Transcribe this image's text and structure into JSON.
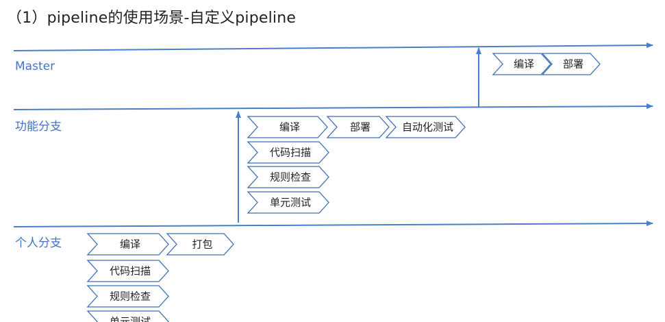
{
  "title": "（1）pipeline的使用场景-自定义pipeline",
  "colors": {
    "line": "#4a7ec8",
    "label": "#4472c4",
    "chevron_stroke": "#3a6db5"
  },
  "lanes": [
    {
      "label": "Master"
    },
    {
      "label": "功能分支"
    },
    {
      "label": "个人分支"
    }
  ],
  "personal_branch": {
    "row1": [
      "编译",
      "打包"
    ],
    "stack": [
      "代码扫描",
      "规则检查",
      "单元测试"
    ]
  },
  "feature_branch": {
    "row1": [
      "编译",
      "部署",
      "自动化测试"
    ],
    "stack": [
      "代码扫描",
      "规则检查",
      "单元测试"
    ]
  },
  "master_branch": {
    "row1": [
      "编译",
      "部署"
    ]
  }
}
